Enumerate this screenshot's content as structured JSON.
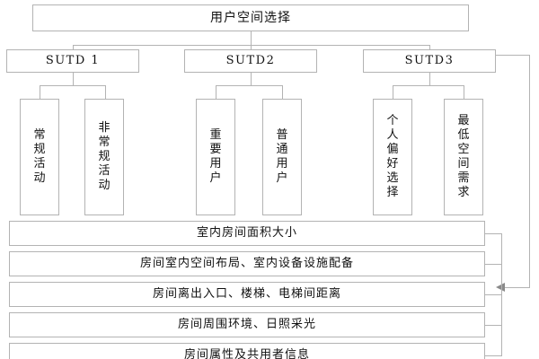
{
  "diagram": {
    "type": "hierarchy-tree",
    "border_color": "#b3b3b3",
    "text_color": "#111111",
    "background": "#ffffff",
    "arrow_color": "#8a8a8a",
    "root": {
      "label": "用户空间选择"
    },
    "groups": [
      {
        "label": "SUTD 1",
        "children": [
          {
            "label": "常规活动"
          },
          {
            "label": "非常规活动"
          }
        ]
      },
      {
        "label": "SUTD2",
        "children": [
          {
            "label": "重要用户"
          },
          {
            "label": "普通用户"
          }
        ]
      },
      {
        "label": "SUTD3",
        "children": [
          {
            "label": "个人偏好选择"
          },
          {
            "label": "最低空间需求"
          }
        ]
      }
    ],
    "attributes": [
      {
        "label": "室内房间面积大小"
      },
      {
        "label": "房间室内空间布局、室内设备设施配备"
      },
      {
        "label": "房间离出入口、楼梯、电梯间距离"
      },
      {
        "label": "房间周围环境、日照采光"
      },
      {
        "label": "房间属性及共用者信息"
      }
    ]
  }
}
